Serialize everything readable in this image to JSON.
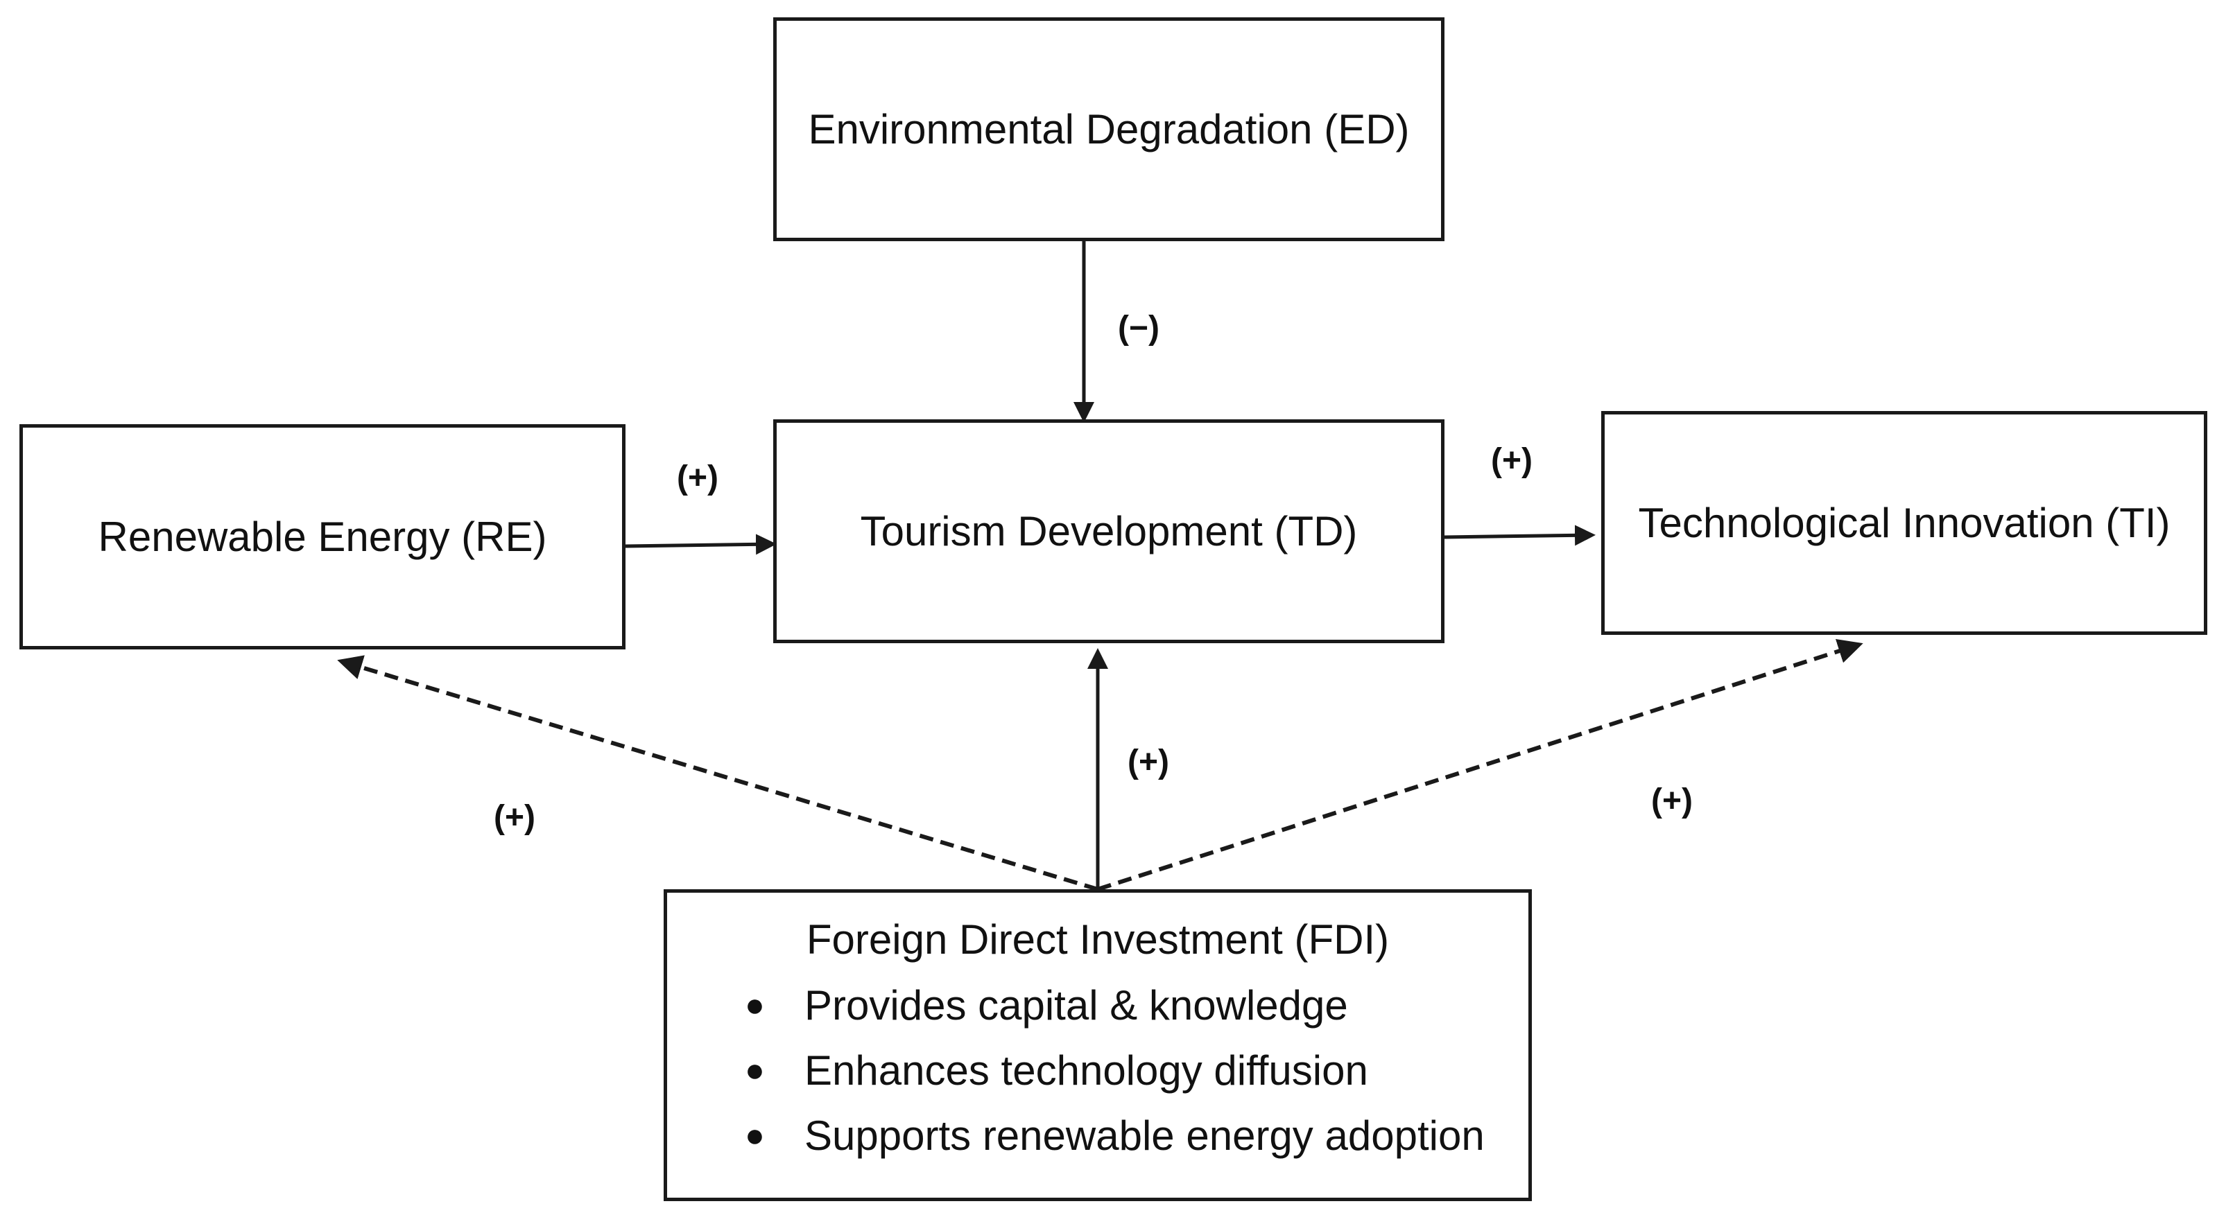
{
  "nodes": {
    "ed": {
      "label": "Environmental Degradation (ED)"
    },
    "re": {
      "label": "Renewable Energy (RE)"
    },
    "td": {
      "label": "Tourism Development (TD)"
    },
    "ti": {
      "label": "Technological Innovation (TI)"
    },
    "fdi": {
      "label": "Foreign Direct Investment (FDI)",
      "bullets": [
        "Provides capital & knowledge",
        "Enhances technology diffusion",
        "Supports renewable energy adoption"
      ]
    }
  },
  "edges": {
    "ed_td": {
      "from": "ed",
      "to": "td",
      "sign": "(−)",
      "style": "solid"
    },
    "re_td": {
      "from": "re",
      "to": "td",
      "sign": "(+)",
      "style": "solid"
    },
    "td_ti": {
      "from": "td",
      "to": "ti",
      "sign": "(+)",
      "style": "solid"
    },
    "fdi_td": {
      "from": "fdi",
      "to": "td",
      "sign": "(+)",
      "style": "solid"
    },
    "fdi_re": {
      "from": "fdi",
      "to": "re",
      "sign": "(+)",
      "style": "dashed"
    },
    "fdi_ti": {
      "from": "fdi",
      "to": "ti",
      "sign": "(+)",
      "style": "dashed"
    }
  },
  "colors": {
    "stroke": "#1a1a1a",
    "background": "#ffffff"
  }
}
